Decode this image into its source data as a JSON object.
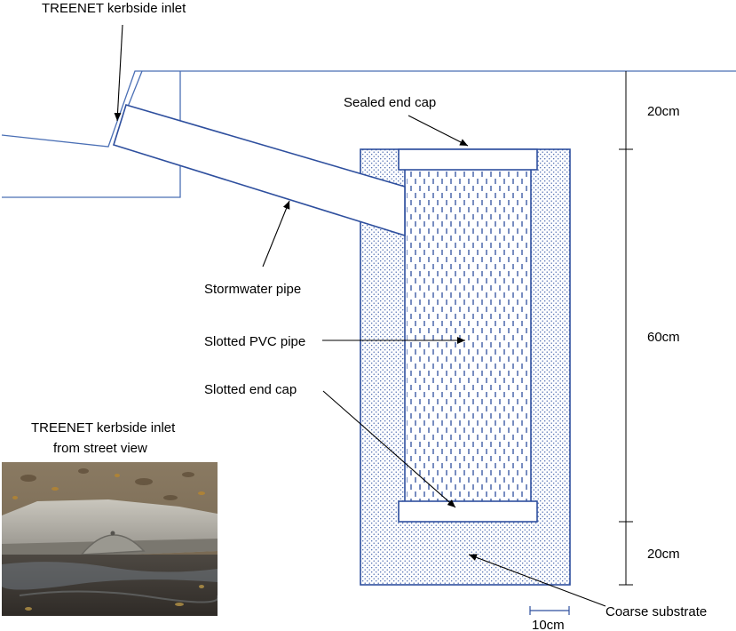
{
  "labels": {
    "inlet": "TREENET kerbside inlet",
    "sealed_cap": "Sealed end cap",
    "stormwater_pipe": "Stormwater pipe",
    "slotted_pipe": "Slotted PVC pipe",
    "slotted_cap": "Slotted end cap",
    "coarse_substrate": "Coarse substrate",
    "photo_caption_line1": "TREENET kerbside inlet",
    "photo_caption_line2": "from street view"
  },
  "dimensions": {
    "top": "20cm",
    "middle": "60cm",
    "bottom": "20cm",
    "scale_bar": "10cm"
  },
  "colors": {
    "outline": "#2e4f9e",
    "ground_line": "#4a6fb5",
    "dot": "#3a5ca8"
  }
}
